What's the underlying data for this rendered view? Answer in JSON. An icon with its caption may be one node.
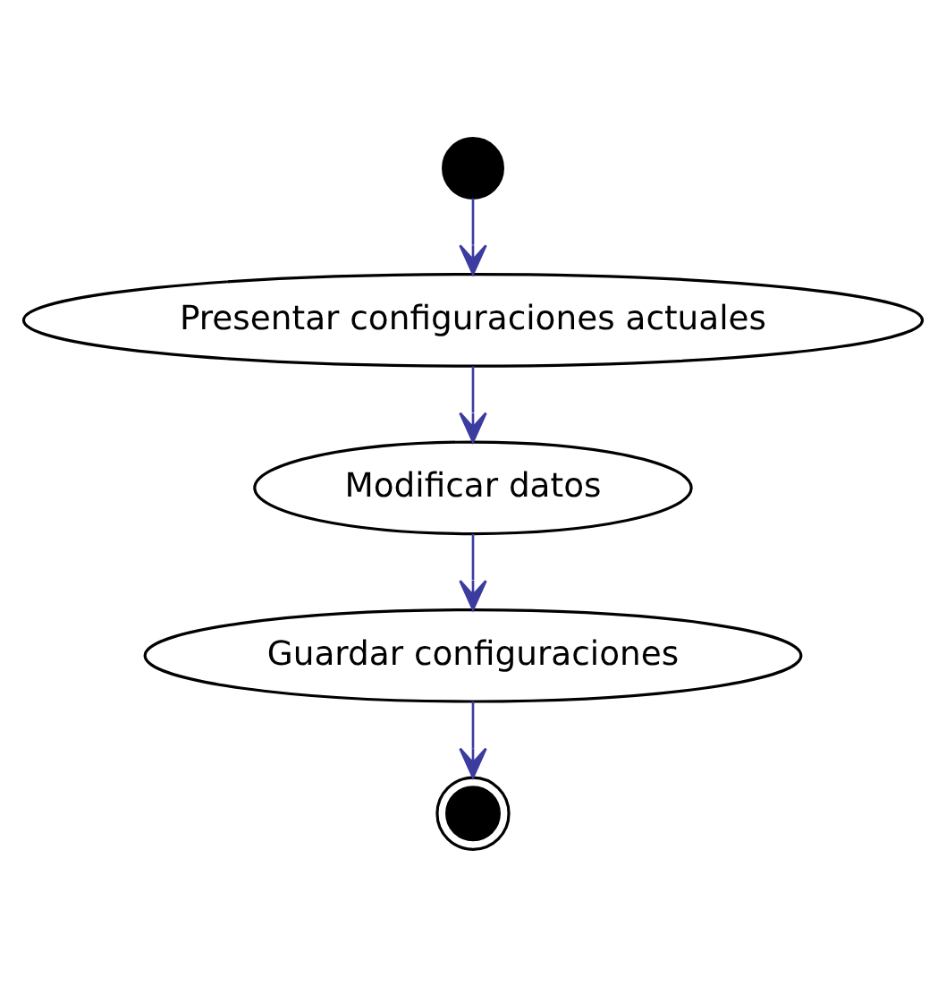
{
  "diagram": {
    "nodes": [
      {
        "text": [],
        "shape": "circle"
      },
      {
        "text": [
          "Presentar configuraciones actuales"
        ]
      },
      {
        "text": [
          "Modificar datos"
        ]
      },
      {
        "text": [
          "Guardar configuraciones"
        ]
      },
      {
        "text": [],
        "shape": "circle"
      }
    ],
    "edges": [
      {
        "from": 0,
        "to": 1,
        "arrow": "to"
      },
      {
        "from": 1,
        "to": 2,
        "arrow": "to"
      },
      {
        "from": 2,
        "to": 3,
        "arrow": "to"
      },
      {
        "from": 3,
        "to": 4,
        "arrow": "to"
      }
    ]
  }
}
